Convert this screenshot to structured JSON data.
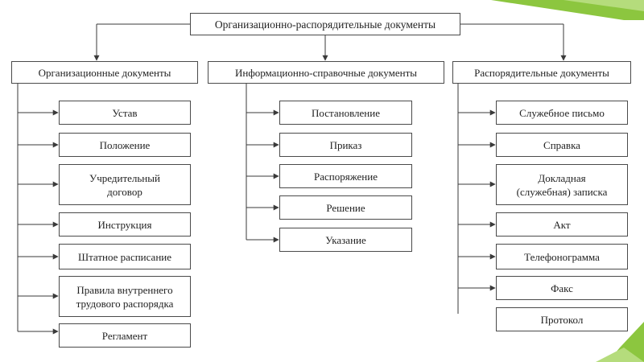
{
  "colors": {
    "accent": "#8cc63f",
    "accent_light": "#b5dc7c",
    "line": "#3a3a3a"
  },
  "diagram": {
    "root": "Организационно-распорядительные документы",
    "categories": [
      {
        "title": "Организационные документы",
        "items": [
          "Устав",
          "Положение",
          "Учредительный\nдоговор",
          "Инструкция",
          "Штатное расписание",
          "Правила внутреннего\nтрудового распорядка",
          "Регламент"
        ]
      },
      {
        "title": "Информационно-справочные документы",
        "items": [
          "Постановление",
          "Приказ",
          "Распоряжение",
          "Решение",
          "Указание"
        ]
      },
      {
        "title": "Распорядительные документы",
        "items": [
          "Служебное письмо",
          "Справка",
          "Докладная\n(служебная) записка",
          "Акт",
          "Телефонограмма",
          "Факс",
          "Протокол"
        ]
      }
    ]
  }
}
